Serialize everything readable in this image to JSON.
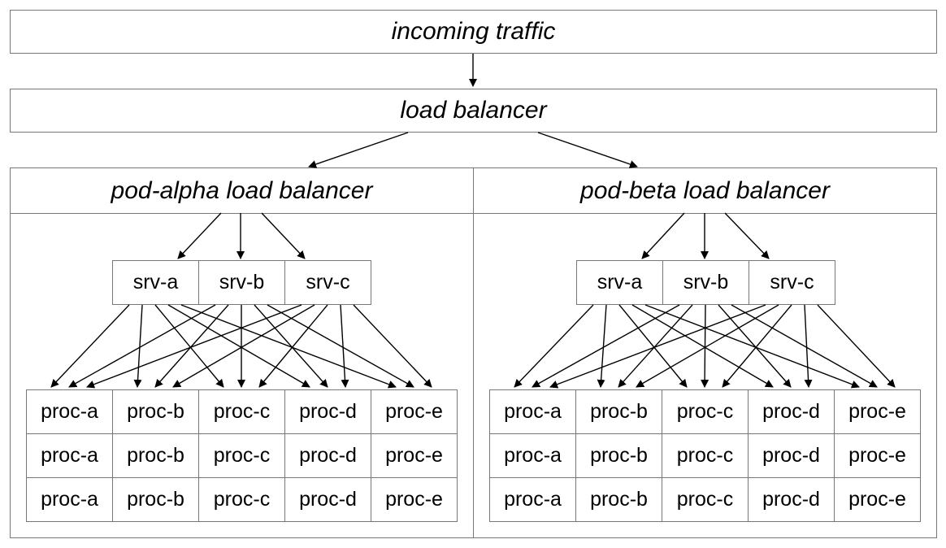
{
  "top": {
    "label": "incoming traffic"
  },
  "balancer": {
    "label": "load balancer"
  },
  "pods": [
    {
      "label": "pod-alpha load balancer",
      "servers": [
        "srv-a",
        "srv-b",
        "srv-c"
      ],
      "procs": [
        [
          "proc-a",
          "proc-b",
          "proc-c",
          "proc-d",
          "proc-e"
        ],
        [
          "proc-a",
          "proc-b",
          "proc-c",
          "proc-d",
          "proc-e"
        ],
        [
          "proc-a",
          "proc-b",
          "proc-c",
          "proc-d",
          "proc-e"
        ]
      ]
    },
    {
      "label": "pod-beta load balancer",
      "servers": [
        "srv-a",
        "srv-b",
        "srv-c"
      ],
      "procs": [
        [
          "proc-a",
          "proc-b",
          "proc-c",
          "proc-d",
          "proc-e"
        ],
        [
          "proc-a",
          "proc-b",
          "proc-c",
          "proc-d",
          "proc-e"
        ],
        [
          "proc-a",
          "proc-b",
          "proc-c",
          "proc-d",
          "proc-e"
        ]
      ]
    }
  ]
}
